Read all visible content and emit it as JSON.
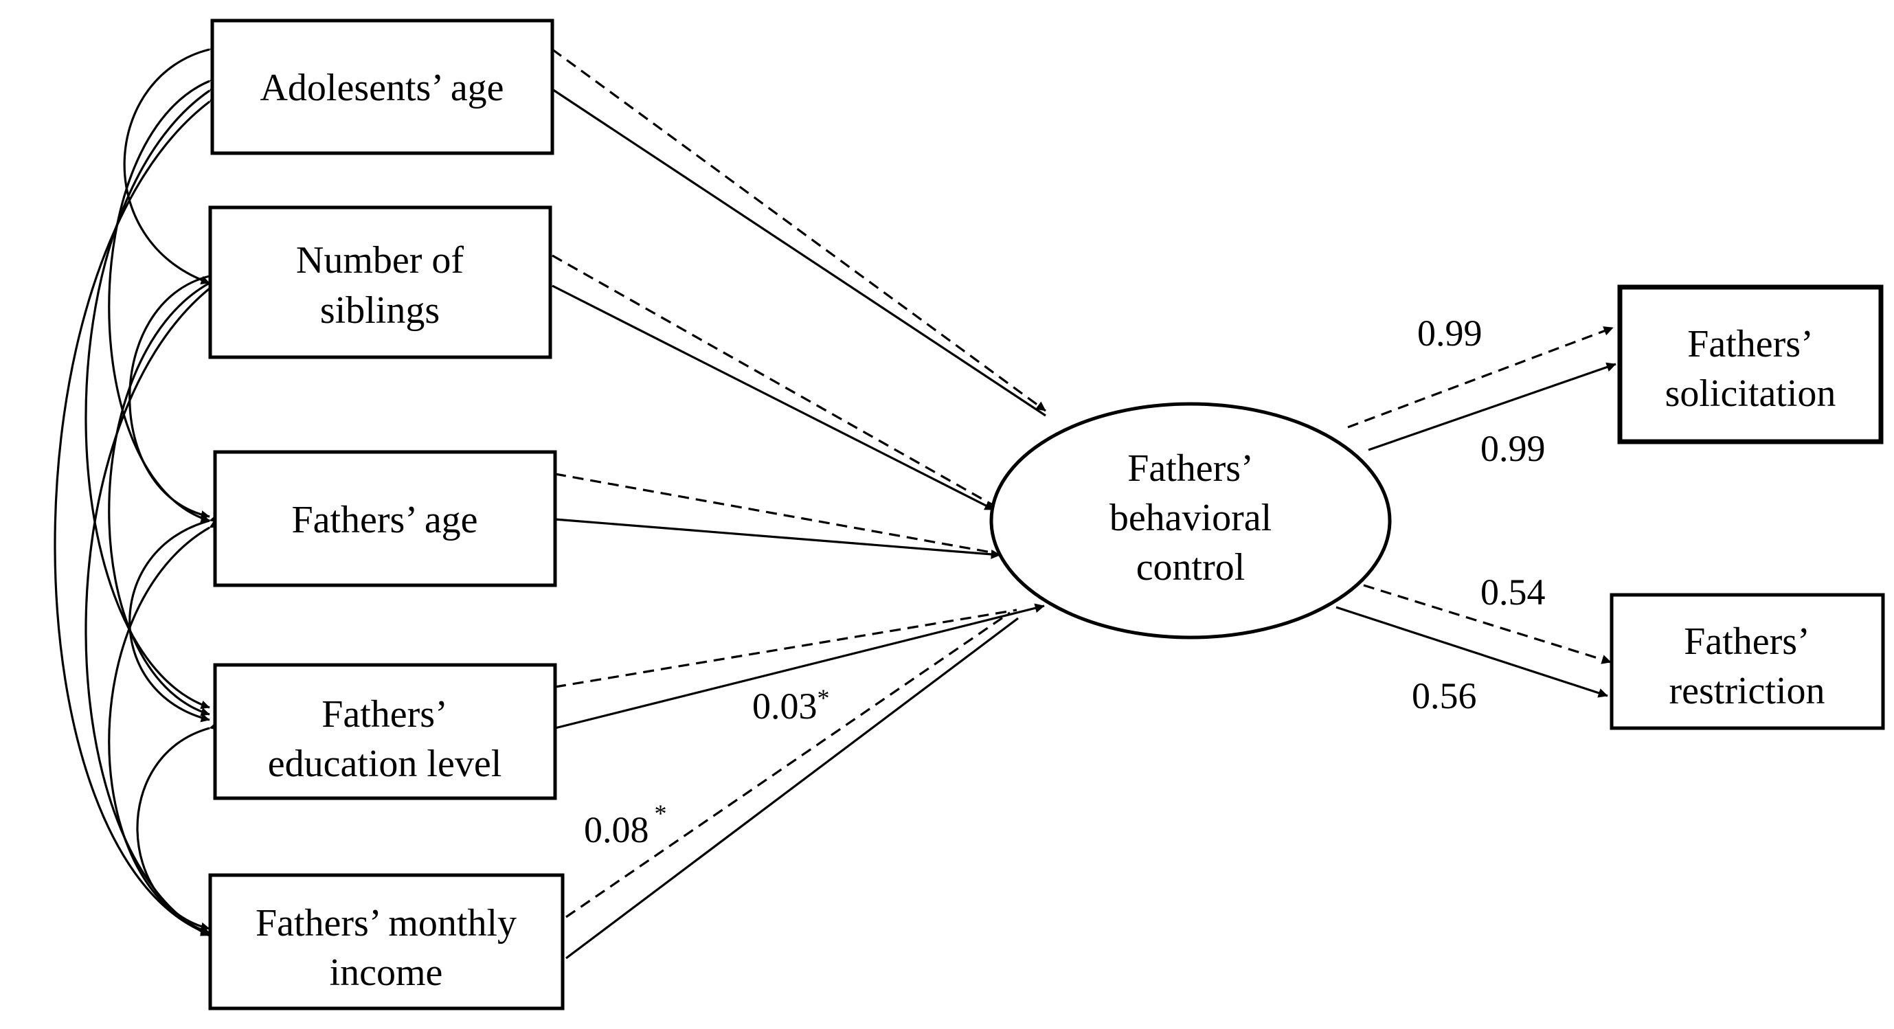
{
  "predictors": [
    {
      "id": "adolescents_age",
      "lines": [
        "Adolesents’ age"
      ]
    },
    {
      "id": "number_of_siblings",
      "lines": [
        "Number of",
        "siblings"
      ]
    },
    {
      "id": "fathers_age",
      "lines": [
        "Fathers’ age"
      ]
    },
    {
      "id": "fathers_education",
      "lines": [
        "Fathers’",
        "education level"
      ]
    },
    {
      "id": "fathers_income",
      "lines": [
        "Fathers’ monthly",
        "income"
      ]
    }
  ],
  "latent": {
    "id": "fathers_behavioral_control",
    "lines": [
      "Fathers’",
      "behavioral",
      "control"
    ]
  },
  "indicators": [
    {
      "id": "fathers_solicitation",
      "lines": [
        "Fathers’",
        "solicitation"
      ]
    },
    {
      "id": "fathers_restriction",
      "lines": [
        "Fathers’",
        "restriction"
      ]
    }
  ],
  "path_labels": {
    "education_to_control": {
      "value": "0.03",
      "mark": "*"
    },
    "income_to_control": {
      "value": "0.08",
      "mark": "*"
    },
    "solicitation_dashed": {
      "value": "0.99"
    },
    "solicitation_solid": {
      "value": "0.99"
    },
    "restriction_dashed": {
      "value": "0.54"
    },
    "restriction_solid": {
      "value": "0.56"
    }
  }
}
